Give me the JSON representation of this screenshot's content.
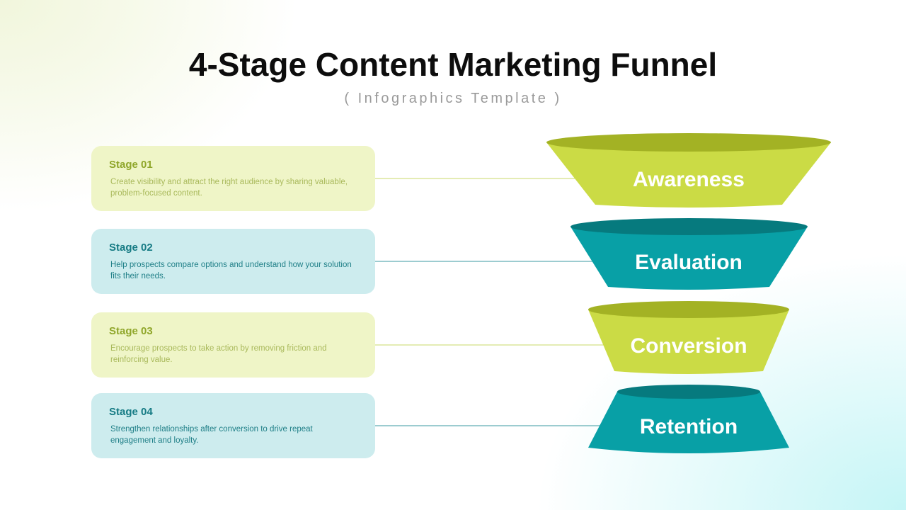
{
  "header": {
    "title": "4-Stage Content Marketing Funnel",
    "subtitle": "( Infographics Template )"
  },
  "colors": {
    "lime": "#cbdb45",
    "lime_dark": "#a3b224",
    "lime_card": "#eff5c7",
    "teal": "#08a0a6",
    "teal_dark": "#067a7e",
    "teal_card": "#cdecee"
  },
  "stages": [
    {
      "label": "Stage 01",
      "description": "Create visibility and attract the right audience by sharing valuable, problem-focused content.",
      "funnel_label": "Awareness",
      "color": "lime"
    },
    {
      "label": "Stage 02",
      "description": "Help prospects compare options and understand how your solution fits their needs.",
      "funnel_label": "Evaluation",
      "color": "teal"
    },
    {
      "label": "Stage 03",
      "description": "Encourage prospects to take action by removing friction and reinforcing value.",
      "funnel_label": "Conversion",
      "color": "lime"
    },
    {
      "label": "Stage 04",
      "description": "Strengthen relationships after conversion to drive repeat engagement and loyalty.",
      "funnel_label": "Retention",
      "color": "teal"
    }
  ]
}
